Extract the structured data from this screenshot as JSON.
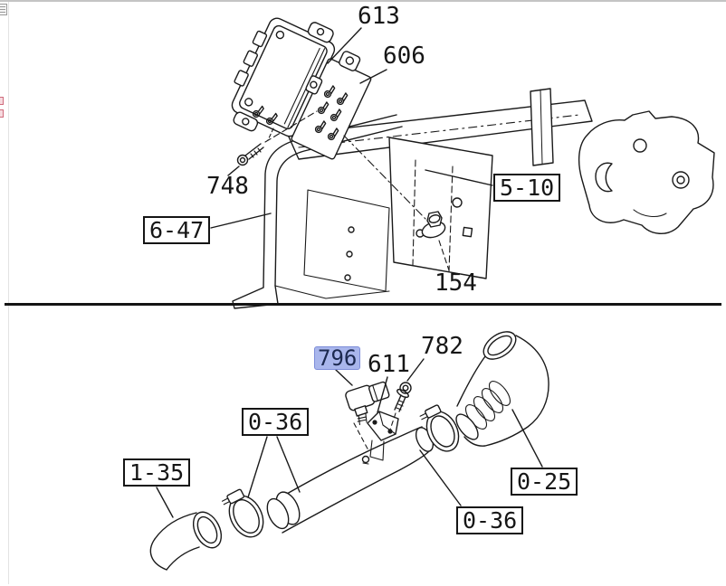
{
  "window": {
    "background": "#ffffff",
    "top_border_color": "#c4c4c4"
  },
  "left_strip": {
    "icon": "list-icon",
    "mark_color": "#cf6b7c"
  },
  "divider_color": "#141414",
  "line_color": "#1a1a1a",
  "selection": {
    "selected_label": "796",
    "highlight_bg": "#a9b6ec",
    "highlight_border": "#7d8dd9",
    "highlight_text": "#1c2950"
  },
  "labels": {
    "l613": "613",
    "l606": "606",
    "l748": "748",
    "l154": "154",
    "l647": "6-47",
    "l510": "5-10",
    "l796": "796",
    "l611": "611",
    "l782": "782",
    "l036a": "0-36",
    "l135": "1-35",
    "l025": "0-25",
    "l036b": "0-36"
  }
}
